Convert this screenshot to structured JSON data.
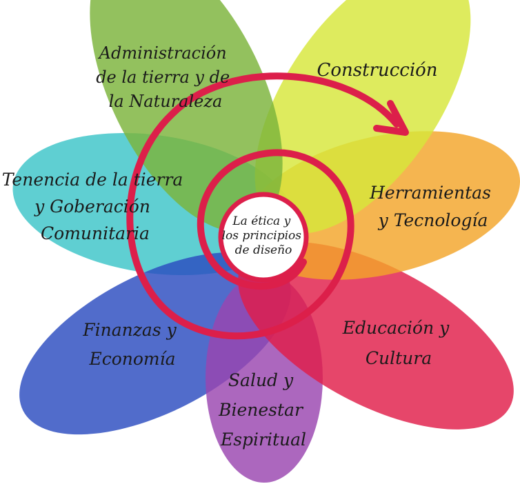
{
  "diagram": {
    "center": {
      "lines": [
        "La ética y",
        "los principios",
        "de diseño"
      ]
    },
    "petals": [
      {
        "id": "tenencia",
        "color": "#3cc4c8",
        "lines": [
          "Tenencia de la tierra",
          "y Goberación",
          "Comunitaria"
        ]
      },
      {
        "id": "administracion",
        "color": "#7bb33a",
        "lines": [
          "Administración",
          "de la tierra y de",
          "la Naturaleza"
        ]
      },
      {
        "id": "construccion",
        "color": "#d7e63a",
        "lines": [
          "Construcción"
        ]
      },
      {
        "id": "herramientas",
        "color": "#f3a52a",
        "lines": [
          "Herramientas",
          "y Tecnología"
        ]
      },
      {
        "id": "educacion",
        "color": "#e01d49",
        "lines": [
          "Educación y",
          "Cultura"
        ]
      },
      {
        "id": "salud",
        "color": "#9a45b0",
        "lines": [
          "Salud y",
          "Bienestar",
          "Espiritual"
        ]
      },
      {
        "id": "finanzas",
        "color": "#2b4cbf",
        "lines": [
          "Finanzas y",
          "Economía"
        ]
      }
    ],
    "spiral_color": "#dc1f4a"
  }
}
